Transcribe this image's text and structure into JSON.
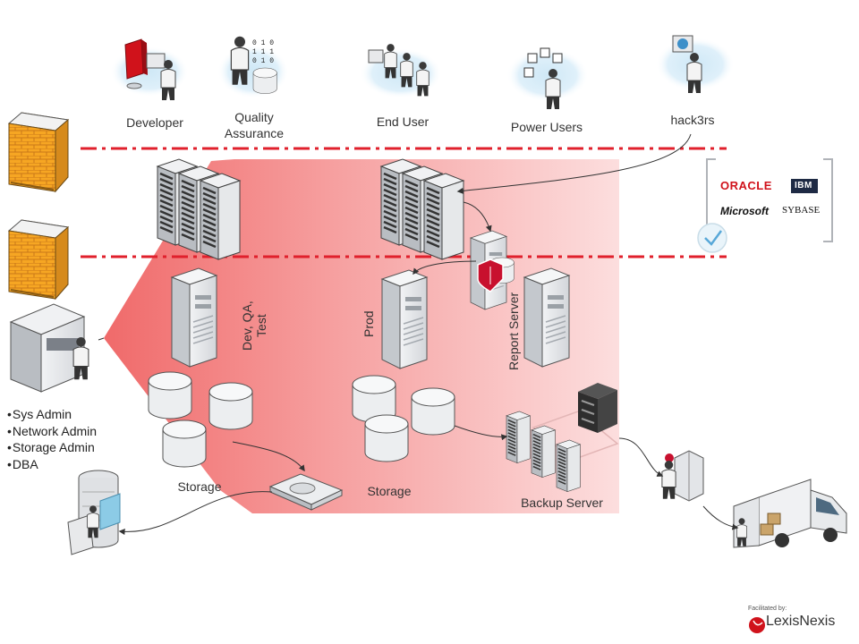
{
  "top_users": [
    {
      "label": "Developer"
    },
    {
      "label_line1": "Quality",
      "label_line2": "Assurance"
    },
    {
      "label": "End User"
    },
    {
      "label": "Power Users"
    },
    {
      "label": "hack3rs"
    }
  ],
  "zones": {
    "dev_qa_test": {
      "line1": "Dev, QA,",
      "line2": "Test"
    },
    "prod": "Prod",
    "report_server": "Report Server",
    "storage_left": "Storage",
    "storage_right": "Storage",
    "backup_server": "Backup Server"
  },
  "admin_roles": [
    "Sys Admin",
    "Network Admin",
    "Storage Admin",
    "DBA"
  ],
  "vendors": {
    "oracle": "ORACLE",
    "ibm": "IBM",
    "microsoft": "Microsoft",
    "sybase": "SYBASE"
  },
  "footer": {
    "facilitated_by": "Facilitated by:",
    "company": "LexisNexis"
  },
  "colors": {
    "zone_red": "#f27070",
    "zone_pink": "#fbd9d9",
    "firewall_line": "#e0202c",
    "firewall_orange": "#f6a623",
    "server_gray": "#dfe1e4",
    "shield_red": "#c8102e",
    "halo_blue": "#bfe0f2"
  }
}
